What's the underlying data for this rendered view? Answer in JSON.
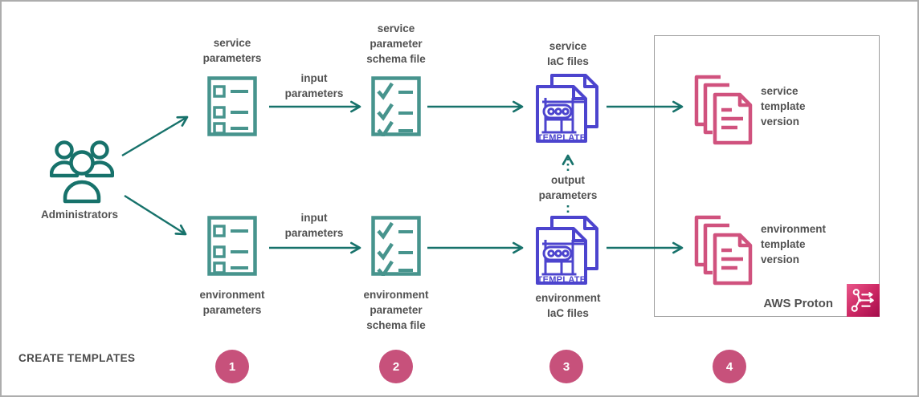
{
  "colors": {
    "teal_dark": "#17726B",
    "teal_mid": "#47948D",
    "purple": "#4C44CE",
    "pink_doc": "#D0527E",
    "step_pink": "#C7517B",
    "label_gray": "#515151"
  },
  "actor": {
    "label": "Administrators",
    "icon": "users-icon"
  },
  "service_row": {
    "parameters_label": "service\nparameters",
    "input_arrow_label": "input\nparameters",
    "schema_label": "service\nparameter\nschema file",
    "iac_label": "service\nIaC files",
    "template_version_label": "service\ntemplate\nversion"
  },
  "environment_row": {
    "parameters_label": "environment\nparameters",
    "input_arrow_label": "input\nparameters",
    "schema_label": "environment\nparameter\nschema file",
    "iac_label": "environment\nIaC files",
    "template_version_label": "environment\ntemplate\nversion"
  },
  "output_arrow_label": "output\nparameters",
  "iac_badge": "TEMPLATE",
  "proton_box": {
    "label": "AWS Proton",
    "icon": "proton-icon"
  },
  "footer": {
    "title": "CREATE TEMPLATES",
    "steps": [
      "1",
      "2",
      "3",
      "4"
    ]
  }
}
